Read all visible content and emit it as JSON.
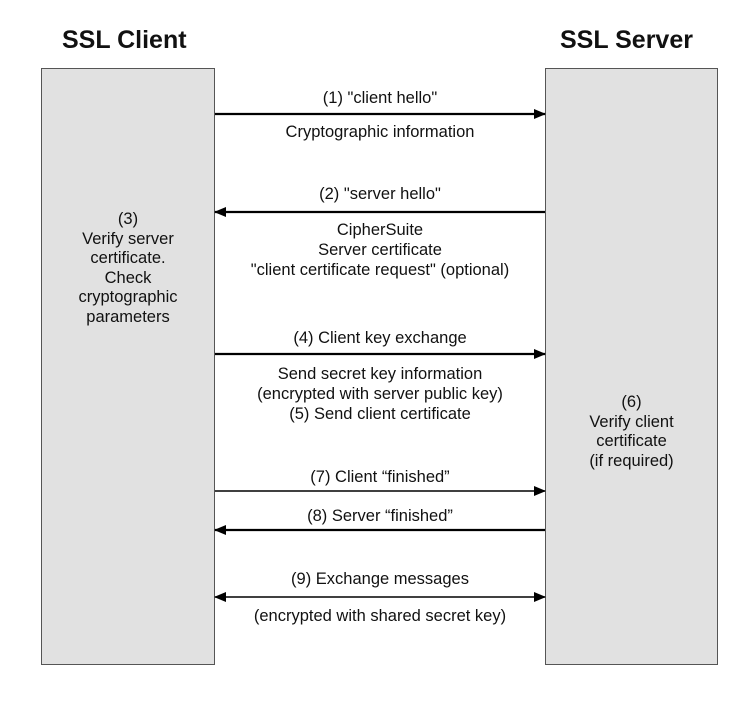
{
  "client_title": "SSL Client",
  "server_title": "SSL Server",
  "client_note": [
    "(3)",
    "Verify server",
    "certificate.",
    "Check",
    "cryptographic",
    "parameters"
  ],
  "server_note": [
    "(6)",
    "Verify client",
    "certificate",
    "(if required)"
  ],
  "messages": {
    "m1_label": "(1) \"client hello\"",
    "m1_detail": "Cryptographic information",
    "m2_label": "(2) \"server hello\"",
    "m2_detail": [
      "CipherSuite",
      "Server certificate",
      "\"client certificate request\" (optional)"
    ],
    "m4_label": "(4) Client key exchange",
    "m4_detail": [
      "Send secret key information",
      "(encrypted with server public key)",
      "(5) Send client certificate"
    ],
    "m7_label": "(7) Client “finished”",
    "m8_label": "(8) Server “finished”",
    "m9_label": "(9) Exchange messages",
    "m9_detail": "(encrypted with shared secret key)"
  }
}
